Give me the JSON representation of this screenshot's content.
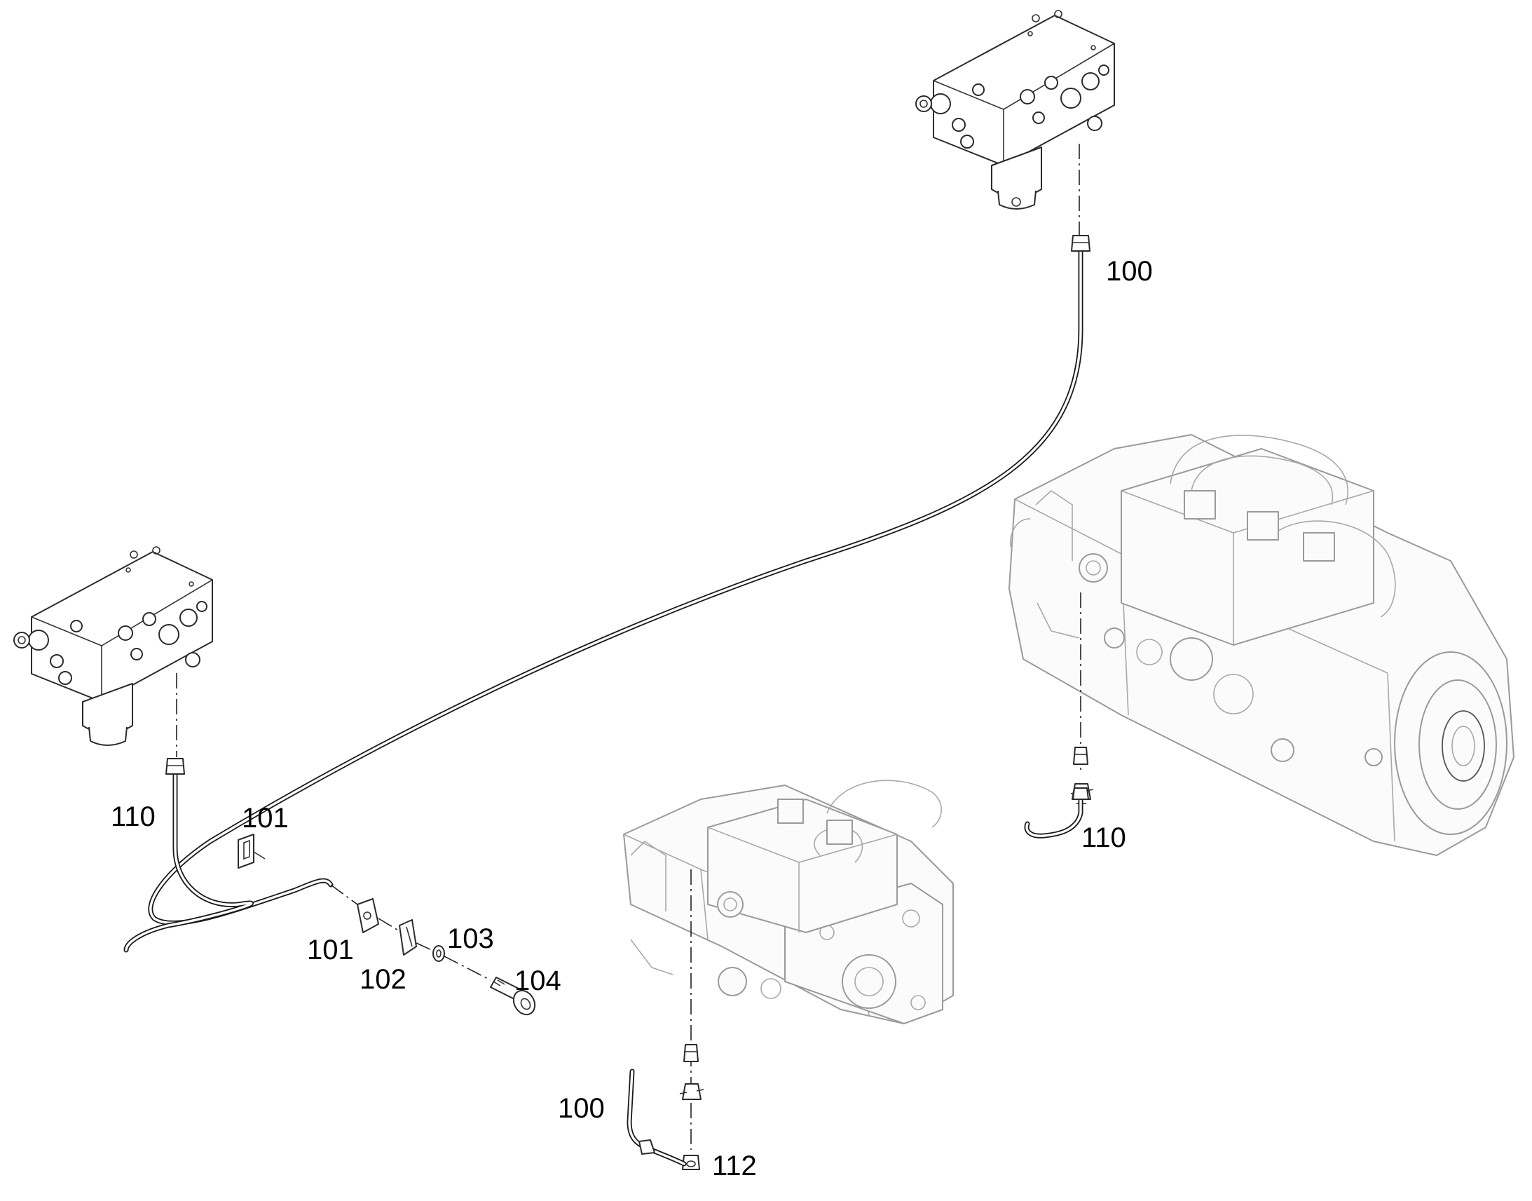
{
  "callouts": [
    "100",
    "110",
    "101",
    "101",
    "102",
    "103",
    "104",
    "110",
    "100",
    "112"
  ]
}
